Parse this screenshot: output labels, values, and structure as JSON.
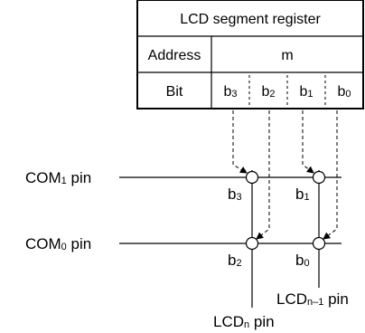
{
  "register": {
    "title": "LCD segment register",
    "address_label": "Address",
    "address_value": "m",
    "bit_label": "Bit",
    "bits": [
      {
        "base": "b",
        "sub": "3"
      },
      {
        "base": "b",
        "sub": "2"
      },
      {
        "base": "b",
        "sub": "1"
      },
      {
        "base": "b",
        "sub": "0"
      }
    ]
  },
  "commons": [
    {
      "base": "COM",
      "sub": "1",
      "suffix": " pin"
    },
    {
      "base": "COM",
      "sub": "0",
      "suffix": " pin"
    }
  ],
  "segments": [
    {
      "base": "LCD",
      "sub": "n–1",
      "suffix": " pin"
    },
    {
      "base": "LCD",
      "sub": "n",
      "suffix": " pin"
    }
  ],
  "dot_labels": [
    {
      "base": "b",
      "sub": "3"
    },
    {
      "base": "b",
      "sub": "1"
    },
    {
      "base": "b",
      "sub": "2"
    },
    {
      "base": "b",
      "sub": "0"
    }
  ]
}
